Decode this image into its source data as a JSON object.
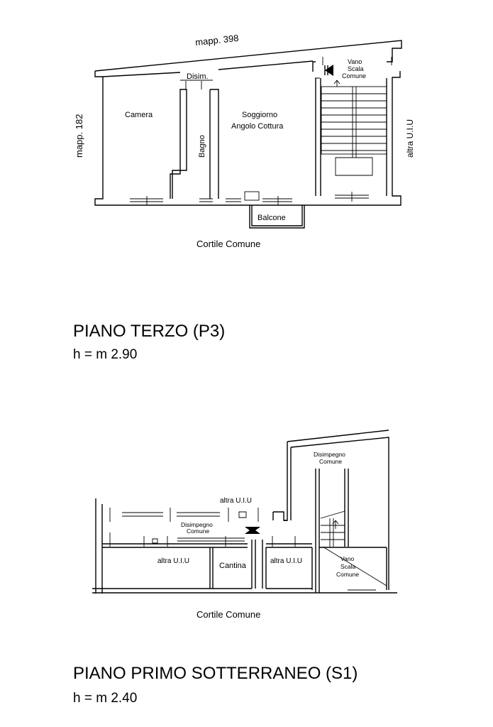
{
  "floor3": {
    "map_top": "mapp. 398",
    "map_left": "mapp. 182",
    "right_label": "altra U.I.U",
    "rooms": {
      "camera": "Camera",
      "disim": "Disim.",
      "bagno": "Bagno",
      "soggiorno_1": "Soggiorno",
      "soggiorno_2": "Angolo Cottura",
      "vano_1": "Vano",
      "vano_2": "Scala",
      "vano_3": "Comune",
      "balcone": "Balcone"
    },
    "courtyard": "Cortile Comune",
    "title": "PIANO TERZO (P3)",
    "height": "h = m 2.90"
  },
  "floor_s1": {
    "rooms": {
      "disimpegno_top_1": "Disimpegno",
      "disimpegno_top_2": "Comune",
      "altra_top": "altra U.I.U",
      "disimpegno_mid_1": "Disimpegno",
      "disimpegno_mid_2": "Comune",
      "altra_left": "altra U.I.U",
      "cantina": "Cantina",
      "altra_right": "altra U.I.U",
      "vano_1": "Vano",
      "vano_2": "Scala",
      "vano_3": "Comune"
    },
    "courtyard": "Cortile Comune",
    "title": "PIANO PRIMO SOTTERRANEO (S1)",
    "height": "h = m 2.40"
  }
}
